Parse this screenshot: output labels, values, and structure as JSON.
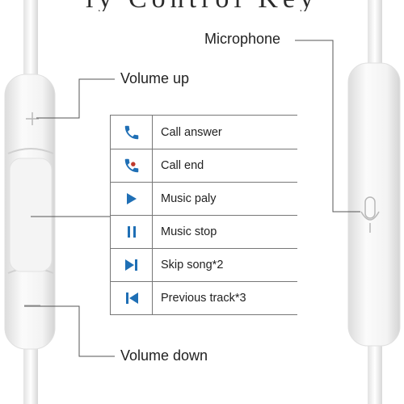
{
  "title_fragment": "ly Control Key",
  "labels": {
    "microphone": "Microphone",
    "volume_up": "Volume up",
    "volume_down": "Volume down"
  },
  "functions": [
    {
      "icon": "phone-answer-icon",
      "label": "Call answer"
    },
    {
      "icon": "phone-end-icon",
      "label": "Call end"
    },
    {
      "icon": "play-icon",
      "label": "Music paly"
    },
    {
      "icon": "pause-icon",
      "label": "Music stop"
    },
    {
      "icon": "skip-next-icon",
      "label": "Skip song*2"
    },
    {
      "icon": "skip-previous-icon",
      "label": "Previous track*3"
    }
  ],
  "colors": {
    "icon_blue": "#1f6fb5",
    "line": "#555555",
    "device_body": "#f7f7f7"
  }
}
